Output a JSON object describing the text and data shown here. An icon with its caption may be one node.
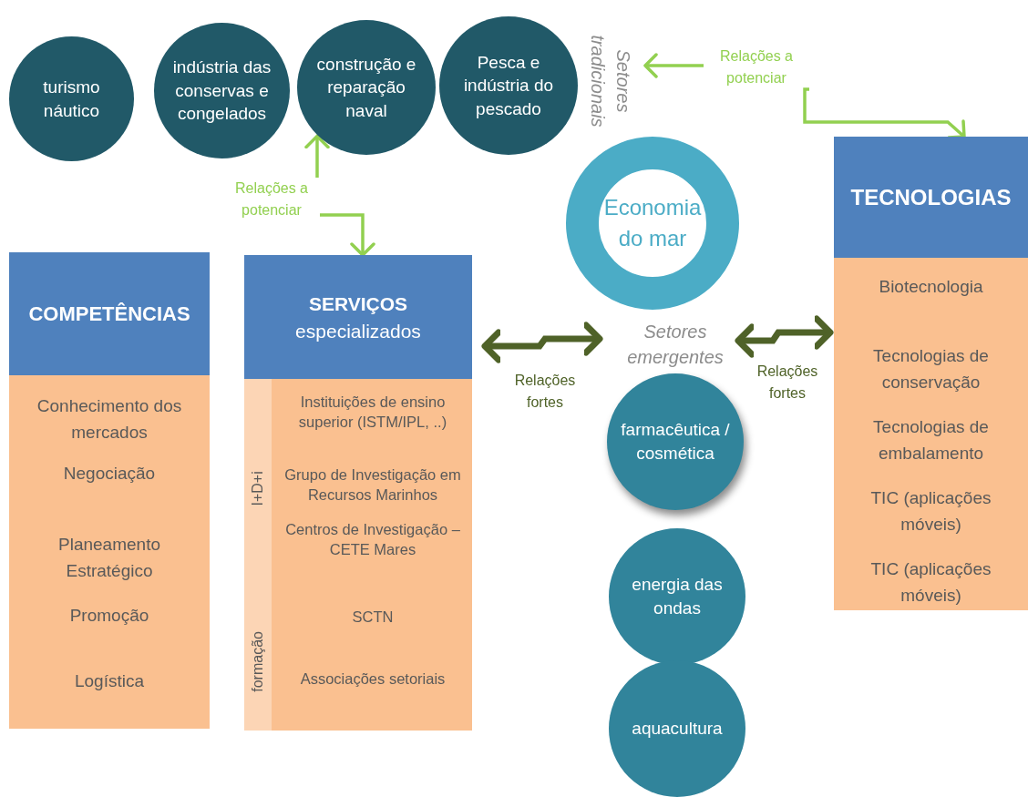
{
  "diagram": {
    "nodes": [
      {
        "text": [
          "turismo náutico"
        ]
      },
      {
        "text": [
          "indústria das conservas e congelados"
        ]
      },
      {
        "text": [
          "construção e reparação naval"
        ]
      },
      {
        "text": [
          "Pesca e indústria do pescado"
        ]
      },
      {
        "text": [
          "Setores tradicionais"
        ]
      },
      {
        "text": [
          "Relações a potenciar"
        ]
      },
      {
        "text": [
          "Economia do mar"
        ]
      },
      {
        "text": [
          "TECNOLOGIAS",
          "Biotecnologia",
          "Tecnologias de conservação",
          "Tecnologias de embalamento",
          "TIC (aplicações móveis)",
          "TIC (aplicações móveis)"
        ]
      },
      {
        "text": [
          "Relações a potenciar"
        ]
      },
      {
        "text": [
          "COMPETÊNCIAS",
          "Conhecimento dos mercados",
          "Negociação",
          "Planeamento Estratégico",
          "Promoção",
          "Logística"
        ]
      },
      {
        "text": [
          "SERVIÇOS",
          "especializados",
          "Instituições de ensino superior (ISTM/IPL, ..)",
          "Grupo de Investigação em Recursos Marinhos",
          "Centros de Investigação – CETE Mares",
          "SCTN",
          "Associações setoriais"
        ]
      },
      {
        "text": [
          "I+D+i",
          "formação"
        ],
        "in": 10
      },
      {
        "text": [
          "Setores emergentes"
        ]
      },
      {
        "text": [
          "farmacêutica / cosmética"
        ]
      },
      {
        "text": [
          "energia das ondas"
        ]
      },
      {
        "text": [
          "aquacultura"
        ]
      }
    ],
    "edges": [
      {
        "from": 8,
        "to": 2,
        "arrow": "to"
      },
      {
        "from": 8,
        "to": 10,
        "arrow": "to"
      },
      {
        "from": 5,
        "to": 4,
        "arrow": "to"
      },
      {
        "from": 5,
        "to": 7,
        "arrow": "to"
      },
      {
        "from": 10,
        "to": 12,
        "arrow": "both",
        "label": "Relações fortes",
        "style": "thick",
        "color": "#4f6228"
      },
      {
        "from": 12,
        "to": 7,
        "arrow": "both",
        "label": "Relações fortes",
        "style": "thick",
        "color": "#4f6228"
      }
    ]
  }
}
